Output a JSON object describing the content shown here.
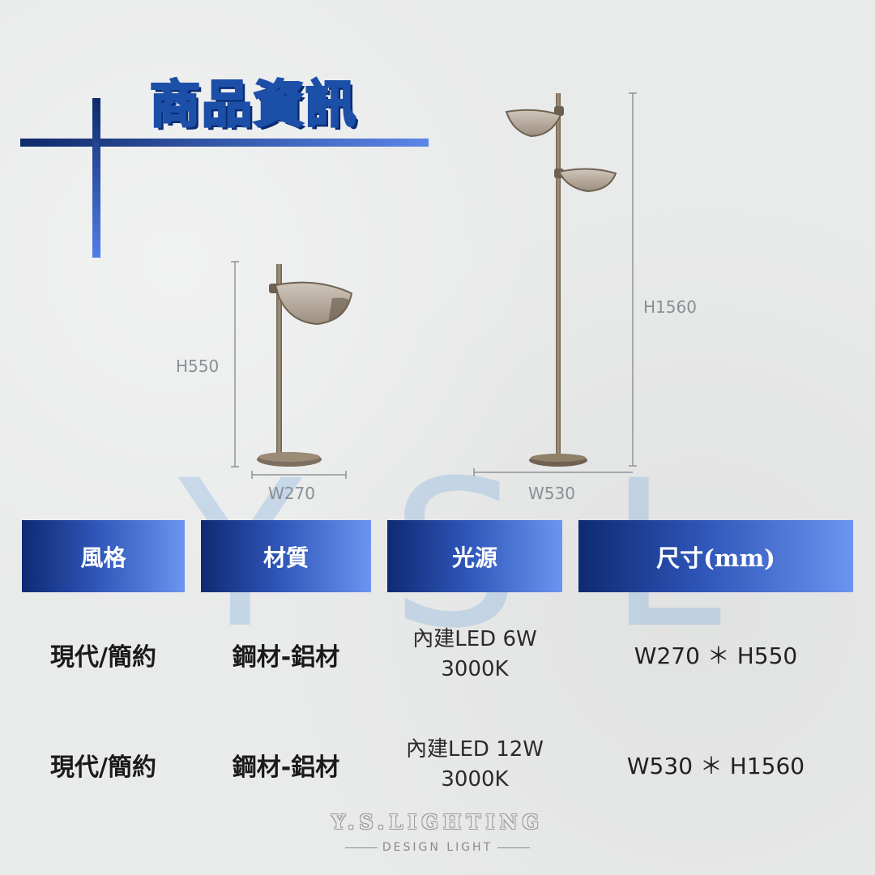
{
  "header": {
    "title": "商品資訊"
  },
  "watermark": "YSL",
  "product_images": {
    "small_lamp": {
      "height_label": "H550",
      "width_label": "W270"
    },
    "tall_lamp": {
      "height_label": "H1560",
      "width_label": "W530"
    }
  },
  "table": {
    "headers": [
      "風格",
      "材質",
      "光源",
      "尺寸(mm)"
    ],
    "rows": [
      {
        "style": "現代/簡約",
        "material": "鋼材-鋁材",
        "light_line1": "內建LED 6W",
        "light_line2": "3000K",
        "size": "W270 ＊ H550"
      },
      {
        "style": "現代/簡約",
        "material": "鋼材-鋁材",
        "light_line1": "內建LED 12W",
        "light_line2": "3000K",
        "size": "W530 ＊ H1560"
      }
    ]
  },
  "brand": {
    "name": "Y.S.LIGHTING",
    "tagline": "DESIGN LIGHT"
  },
  "colors": {
    "accent_dark": "#0e2a72",
    "accent_light": "#6b95f0",
    "lamp_metal": "#8a7a66"
  }
}
